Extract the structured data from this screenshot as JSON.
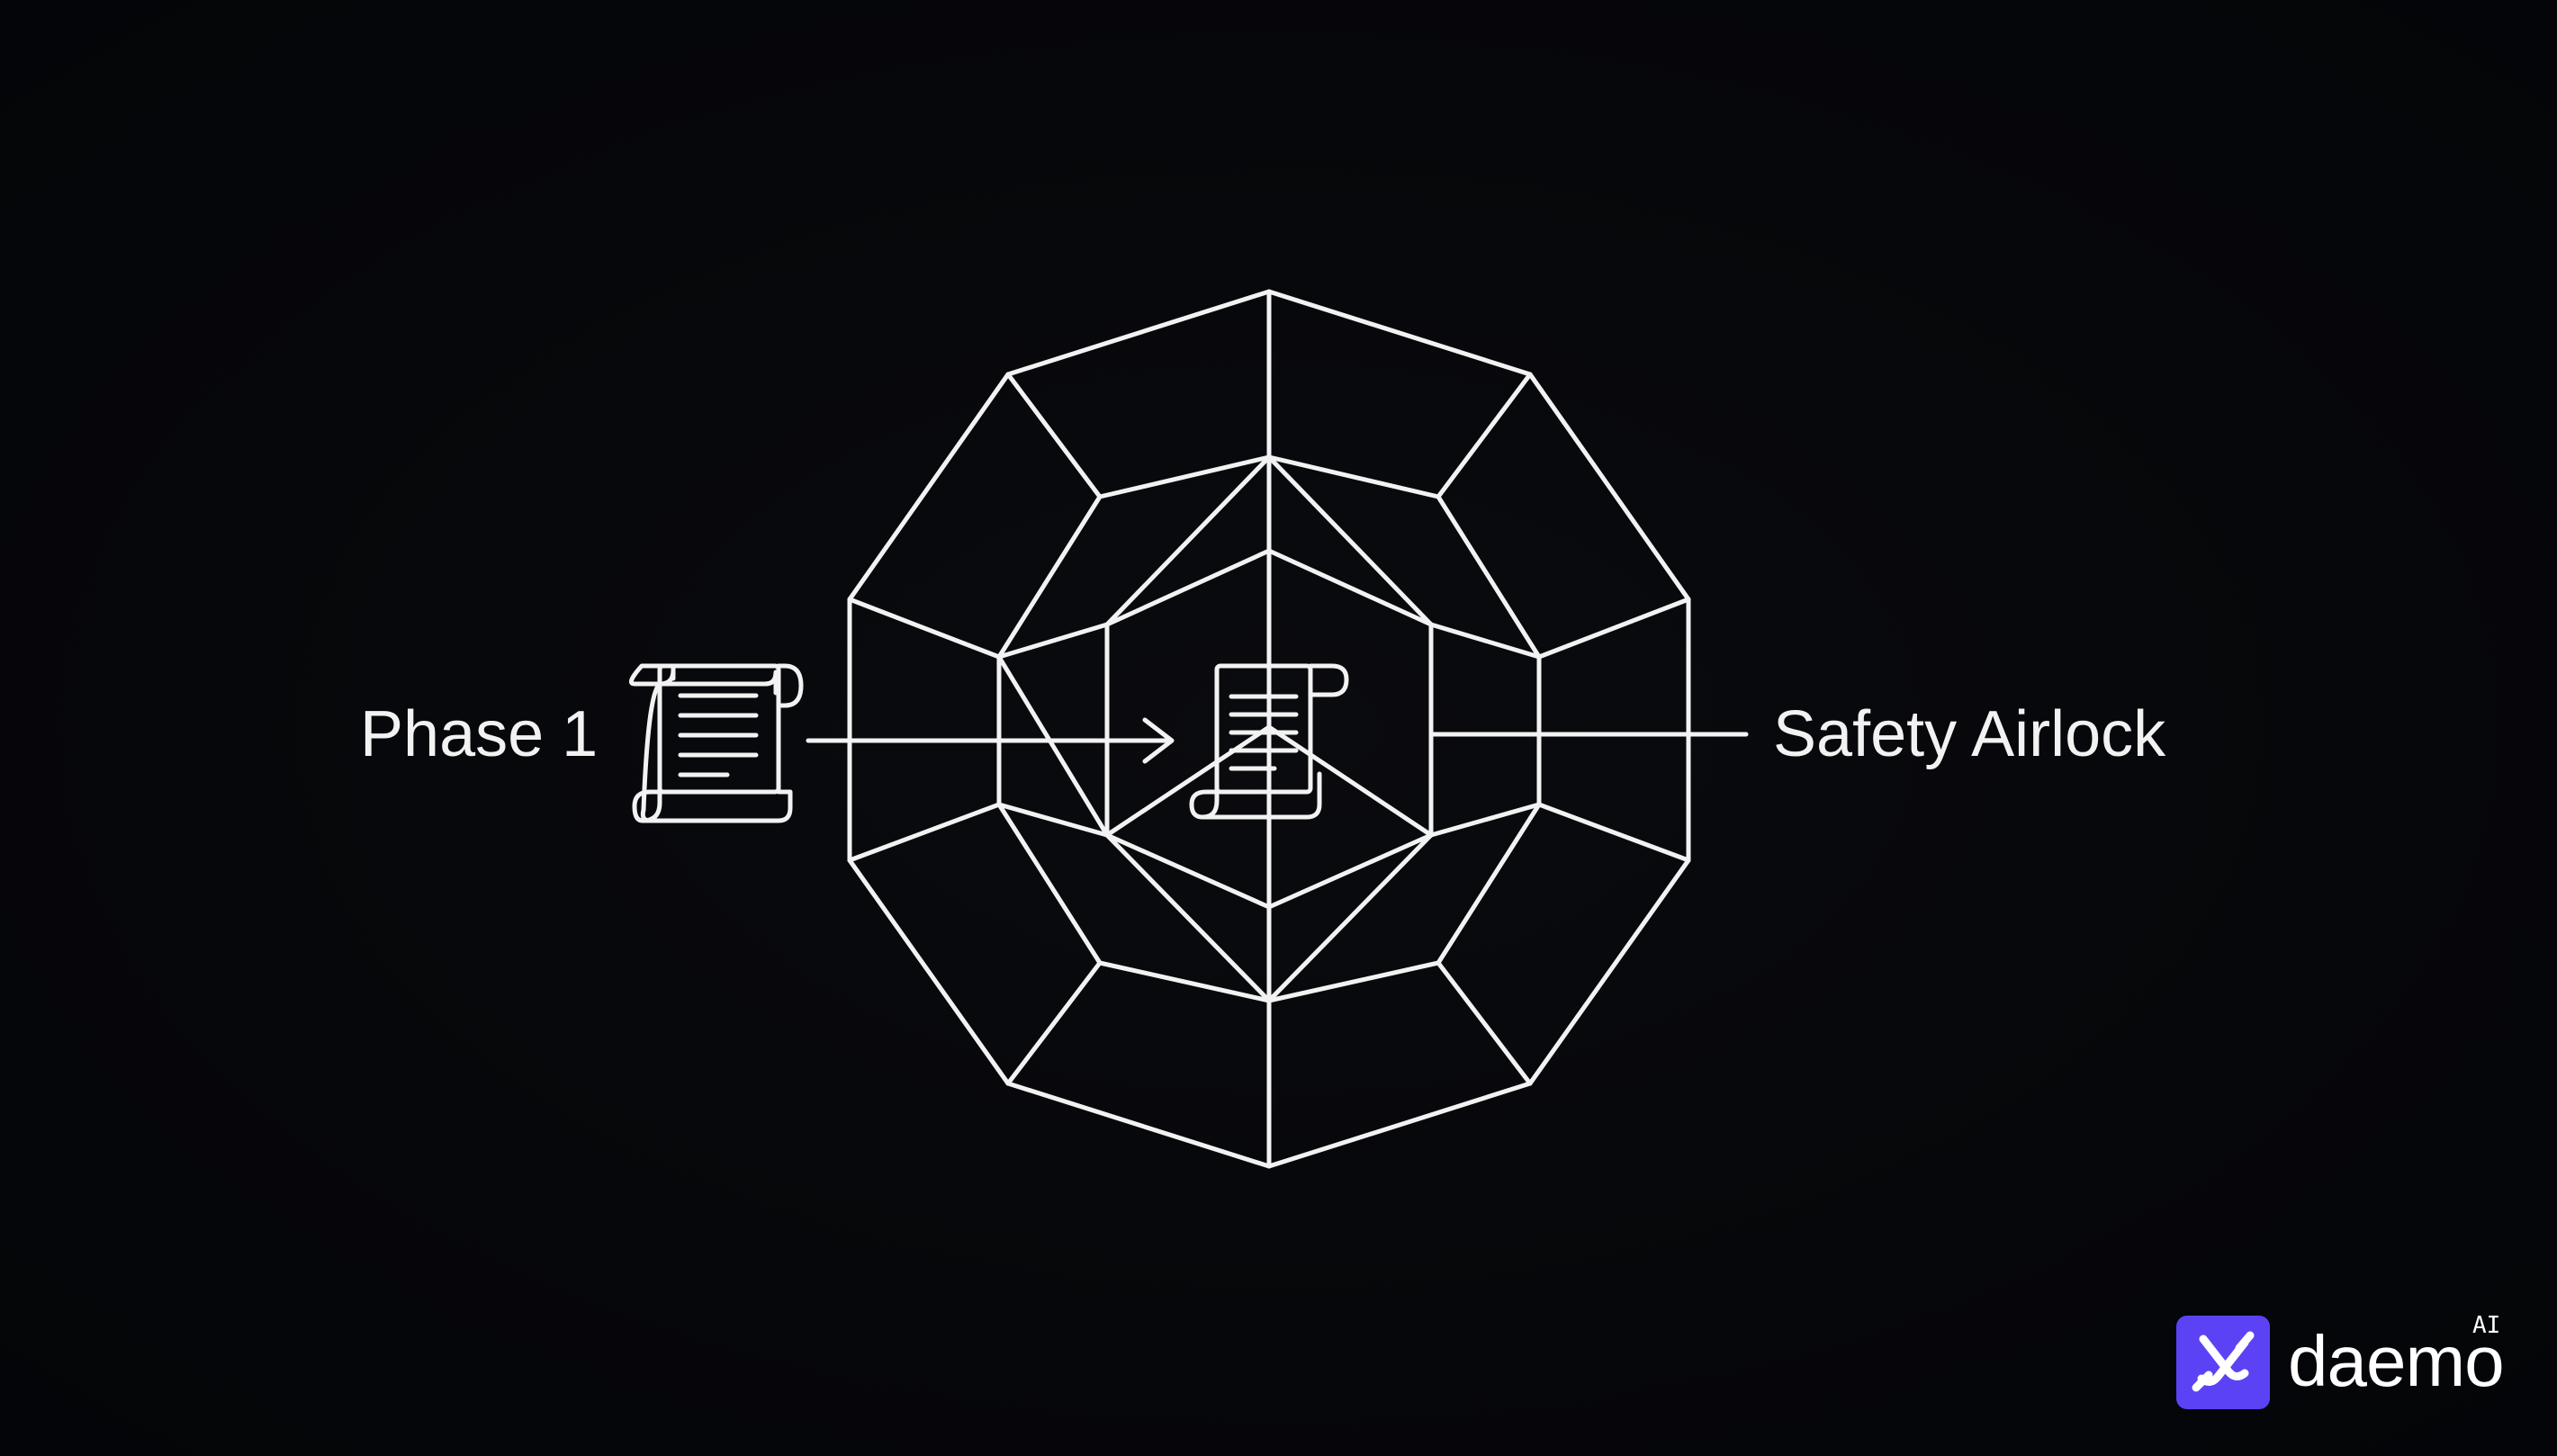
{
  "diagram": {
    "left_label": "Phase 1",
    "right_label": "Safety Airlock",
    "line_color": "#f2f2f2",
    "background_color": "#050609",
    "icons": [
      "scroll-icon",
      "scroll-icon",
      "arrow-right-icon"
    ]
  },
  "brand": {
    "name": "daemo",
    "superscript": "AI",
    "badge_color": "#5b43f5",
    "icon": "daemo-logo-icon"
  }
}
